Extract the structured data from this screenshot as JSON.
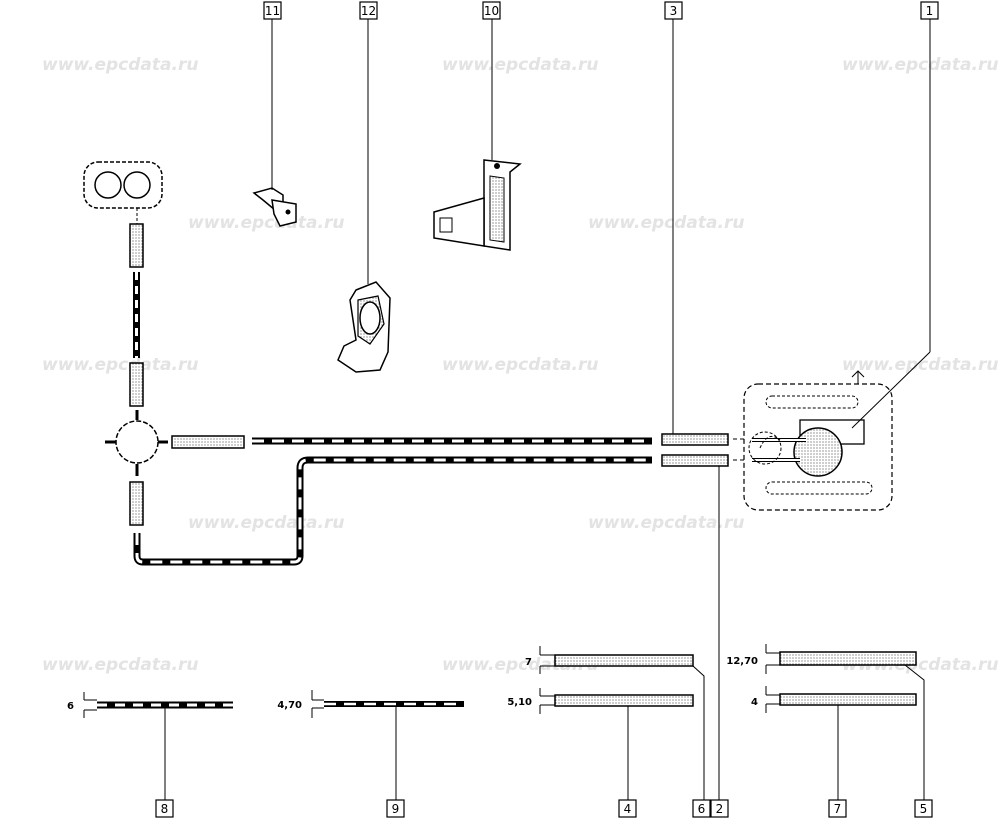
{
  "watermark": "www.epcdata.ru",
  "callouts": {
    "c1": "1",
    "c2": "2",
    "c3": "3",
    "c4": "4",
    "c5": "5",
    "c6": "6",
    "c7": "7",
    "c8": "8",
    "c9": "9",
    "c10": "10",
    "c11": "11",
    "c12": "12"
  },
  "dimensions": {
    "d_6": "6",
    "d_470": "4,70",
    "d_7": "7",
    "d_510": "5,10",
    "d_1270": "12,70",
    "d_4": "4"
  }
}
